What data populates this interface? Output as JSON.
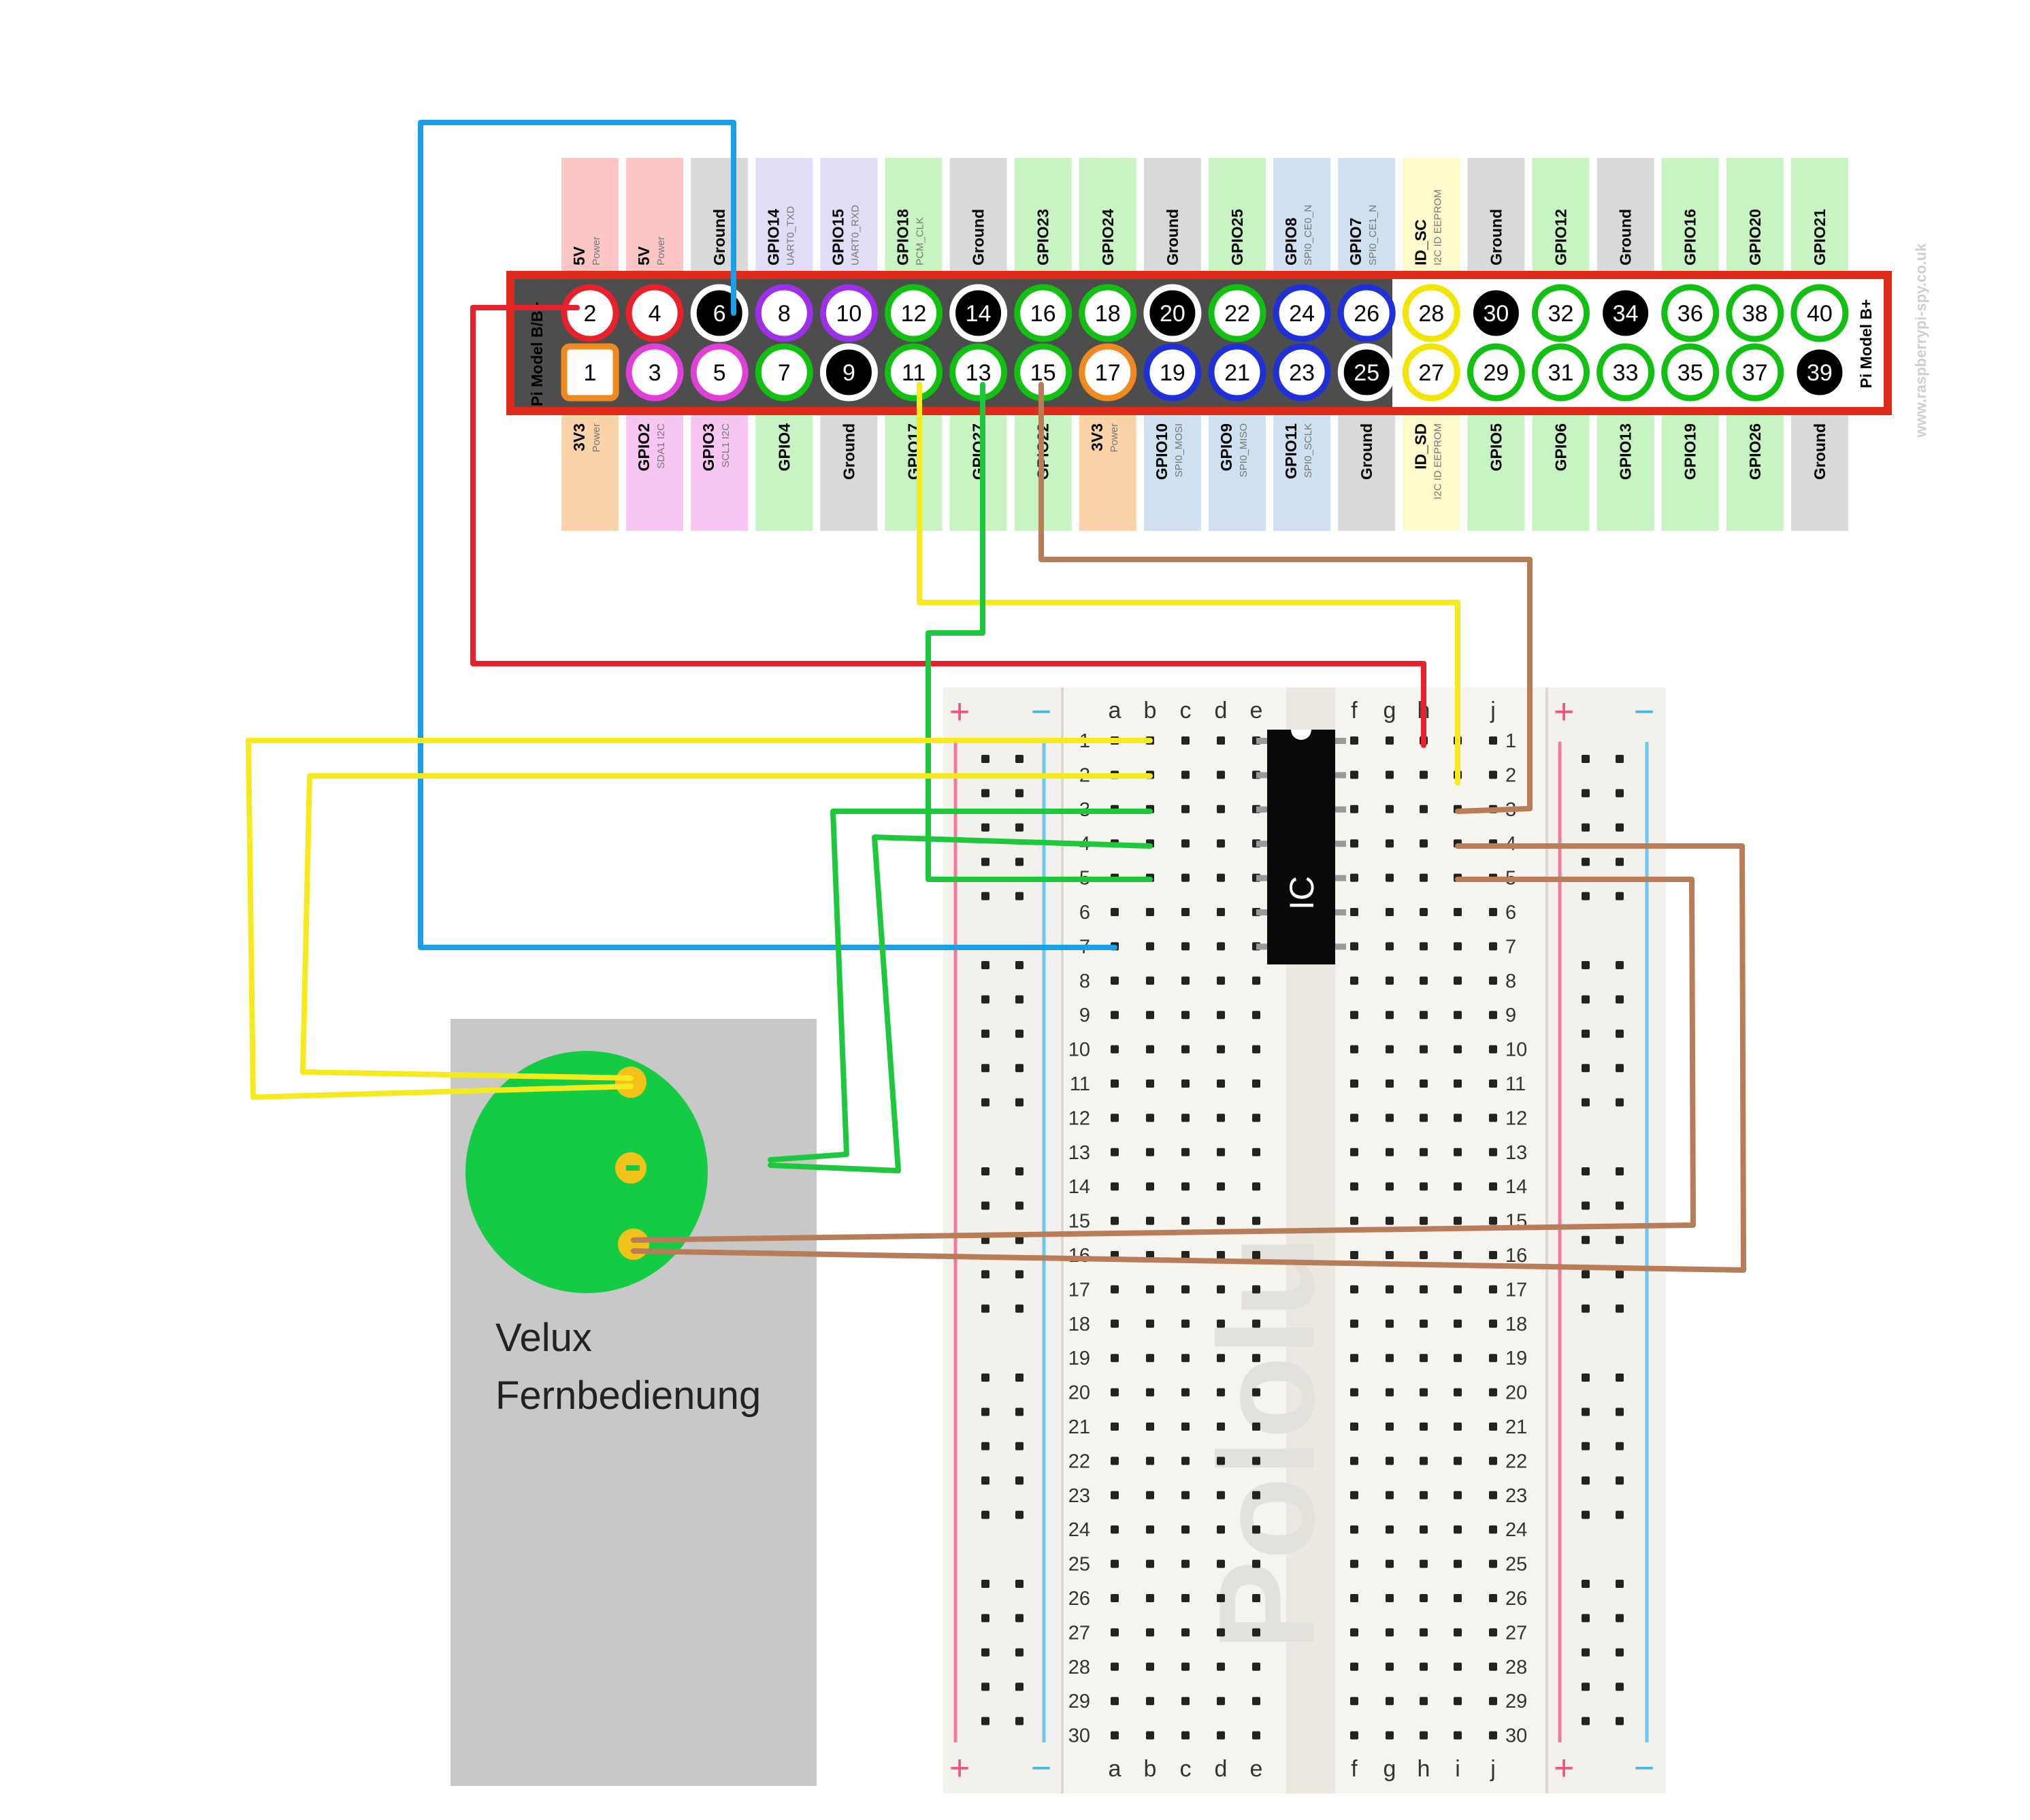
{
  "header": {
    "model_label": "Pi Model B/B+",
    "model_label_right": "Pi Model B+",
    "watermark": "www.raspberrypi-spy.co.uk",
    "colors": {
      "header_border": "#e02a1c",
      "header_bg": "#4d4d4d"
    }
  },
  "pins": [
    {
      "num": "1",
      "name": "3V3",
      "sub": "Power",
      "ring": "#f08a20",
      "fill": "#ffffff",
      "bg": "#fbd3a8"
    },
    {
      "num": "2",
      "name": "5V",
      "sub": "Power",
      "ring": "#e8202a",
      "fill": "#ffffff",
      "bg": "#fcc6c6"
    },
    {
      "num": "3",
      "name": "GPIO2",
      "sub": "SDA1 I2C",
      "ring": "#e040d8",
      "fill": "#ffffff",
      "bg": "#f8c6f2"
    },
    {
      "num": "4",
      "name": "5V",
      "sub": "Power",
      "ring": "#e8202a",
      "fill": "#ffffff",
      "bg": "#fcc6c6"
    },
    {
      "num": "5",
      "name": "GPIO3",
      "sub": "SCL1 I2C",
      "ring": "#e040d8",
      "fill": "#ffffff",
      "bg": "#f8c6f2"
    },
    {
      "num": "6",
      "name": "Ground",
      "sub": "",
      "ring": "#ffffff",
      "fill": "#000000",
      "bg": "#d9d9d9"
    },
    {
      "num": "7",
      "name": "GPIO4",
      "sub": "",
      "ring": "#12c012",
      "fill": "#ffffff",
      "bg": "#c8f3c2"
    },
    {
      "num": "8",
      "name": "GPIO14",
      "sub": "UART0_TXD",
      "ring": "#9b30e8",
      "fill": "#ffffff",
      "bg": "#e2dcf6"
    },
    {
      "num": "9",
      "name": "Ground",
      "sub": "",
      "ring": "#ffffff",
      "fill": "#000000",
      "bg": "#d9d9d9"
    },
    {
      "num": "10",
      "name": "GPIO15",
      "sub": "UART0_RXD",
      "ring": "#9b30e8",
      "fill": "#ffffff",
      "bg": "#e2dcf6"
    },
    {
      "num": "11",
      "name": "GPIO17",
      "sub": "",
      "ring": "#12c012",
      "fill": "#ffffff",
      "bg": "#c8f3c2"
    },
    {
      "num": "12",
      "name": "GPIO18",
      "sub": "PCM_CLK",
      "ring": "#12c012",
      "fill": "#ffffff",
      "bg": "#c8f3c2"
    },
    {
      "num": "13",
      "name": "GPIO27",
      "sub": "",
      "ring": "#12c012",
      "fill": "#ffffff",
      "bg": "#c8f3c2"
    },
    {
      "num": "14",
      "name": "Ground",
      "sub": "",
      "ring": "#ffffff",
      "fill": "#000000",
      "bg": "#d9d9d9"
    },
    {
      "num": "15",
      "name": "GPIO22",
      "sub": "",
      "ring": "#12c012",
      "fill": "#ffffff",
      "bg": "#c8f3c2"
    },
    {
      "num": "16",
      "name": "GPIO23",
      "sub": "",
      "ring": "#12c012",
      "fill": "#ffffff",
      "bg": "#c8f3c2"
    },
    {
      "num": "17",
      "name": "3V3",
      "sub": "Power",
      "ring": "#f08a20",
      "fill": "#ffffff",
      "bg": "#fbd3a8"
    },
    {
      "num": "18",
      "name": "GPIO24",
      "sub": "",
      "ring": "#12c012",
      "fill": "#ffffff",
      "bg": "#c8f3c2"
    },
    {
      "num": "19",
      "name": "GPIO10",
      "sub": "SPI0_MOSI",
      "ring": "#2030d8",
      "fill": "#ffffff",
      "bg": "#cfe0f0"
    },
    {
      "num": "20",
      "name": "Ground",
      "sub": "",
      "ring": "#ffffff",
      "fill": "#000000",
      "bg": "#d9d9d9"
    },
    {
      "num": "21",
      "name": "GPIO9",
      "sub": "SPI0_MISO",
      "ring": "#2030d8",
      "fill": "#ffffff",
      "bg": "#cfe0f0"
    },
    {
      "num": "22",
      "name": "GPIO25",
      "sub": "",
      "ring": "#12c012",
      "fill": "#ffffff",
      "bg": "#c8f3c2"
    },
    {
      "num": "23",
      "name": "GPIO11",
      "sub": "SPI0_SCLK",
      "ring": "#2030d8",
      "fill": "#ffffff",
      "bg": "#cfe0f0"
    },
    {
      "num": "24",
      "name": "GPIO8",
      "sub": "SPI0_CE0_N",
      "ring": "#2030d8",
      "fill": "#ffffff",
      "bg": "#cfe0f0"
    },
    {
      "num": "25",
      "name": "Ground",
      "sub": "",
      "ring": "#ffffff",
      "fill": "#000000",
      "bg": "#d9d9d9"
    },
    {
      "num": "26",
      "name": "GPIO7",
      "sub": "SPI0_CE1_N",
      "ring": "#2030d8",
      "fill": "#ffffff",
      "bg": "#cfe0f0"
    },
    {
      "num": "27",
      "name": "ID_SD",
      "sub": "I2C ID EEPROM",
      "ring": "#f2e600",
      "fill": "#ffffff",
      "bg": "#fffacc"
    },
    {
      "num": "28",
      "name": "ID_SC",
      "sub": "I2C ID EEPROM",
      "ring": "#f2e600",
      "fill": "#ffffff",
      "bg": "#fffacc"
    },
    {
      "num": "29",
      "name": "GPIO5",
      "sub": "",
      "ring": "#12c012",
      "fill": "#ffffff",
      "bg": "#c8f3c2"
    },
    {
      "num": "30",
      "name": "Ground",
      "sub": "",
      "ring": "#ffffff",
      "fill": "#000000",
      "bg": "#d9d9d9"
    },
    {
      "num": "31",
      "name": "GPIO6",
      "sub": "",
      "ring": "#12c012",
      "fill": "#ffffff",
      "bg": "#c8f3c2"
    },
    {
      "num": "32",
      "name": "GPIO12",
      "sub": "",
      "ring": "#12c012",
      "fill": "#ffffff",
      "bg": "#c8f3c2"
    },
    {
      "num": "33",
      "name": "GPIO13",
      "sub": "",
      "ring": "#12c012",
      "fill": "#ffffff",
      "bg": "#c8f3c2"
    },
    {
      "num": "34",
      "name": "Ground",
      "sub": "",
      "ring": "#ffffff",
      "fill": "#000000",
      "bg": "#d9d9d9"
    },
    {
      "num": "35",
      "name": "GPIO19",
      "sub": "",
      "ring": "#12c012",
      "fill": "#ffffff",
      "bg": "#c8f3c2"
    },
    {
      "num": "36",
      "name": "GPIO16",
      "sub": "",
      "ring": "#12c012",
      "fill": "#ffffff",
      "bg": "#c8f3c2"
    },
    {
      "num": "37",
      "name": "GPIO26",
      "sub": "",
      "ring": "#12c012",
      "fill": "#ffffff",
      "bg": "#c8f3c2"
    },
    {
      "num": "38",
      "name": "GPIO20",
      "sub": "",
      "ring": "#12c012",
      "fill": "#ffffff",
      "bg": "#c8f3c2"
    },
    {
      "num": "39",
      "name": "Ground",
      "sub": "",
      "ring": "#ffffff",
      "fill": "#000000",
      "bg": "#d9d9d9"
    },
    {
      "num": "40",
      "name": "GPIO21",
      "sub": "",
      "ring": "#12c012",
      "fill": "#ffffff",
      "bg": "#c8f3c2"
    }
  ],
  "breadboard": {
    "columns_left": [
      "a",
      "b",
      "c",
      "d",
      "e"
    ],
    "columns_right": [
      "f",
      "g",
      "h",
      "i",
      "j"
    ],
    "rows": 30,
    "rail_plus": "+",
    "rail_minus": "−",
    "brand_watermark": "Pololu",
    "colors": {
      "rail_red": "#f07aa0",
      "rail_blue": "#6ec8ec",
      "hole": "#222222"
    }
  },
  "ic": {
    "label": "IC"
  },
  "remote": {
    "line1": "Velux",
    "line2": "Fernbedienung",
    "colors": {
      "body": "#c8c8c8",
      "disc": "#14cc44",
      "contact": "#f2c21a"
    }
  },
  "wire_colors": {
    "red": "#e8202a",
    "blue": "#1aa0e8",
    "yellow": "#f5ea1e",
    "green": "#1ec83c",
    "brown": "#b87c58"
  }
}
